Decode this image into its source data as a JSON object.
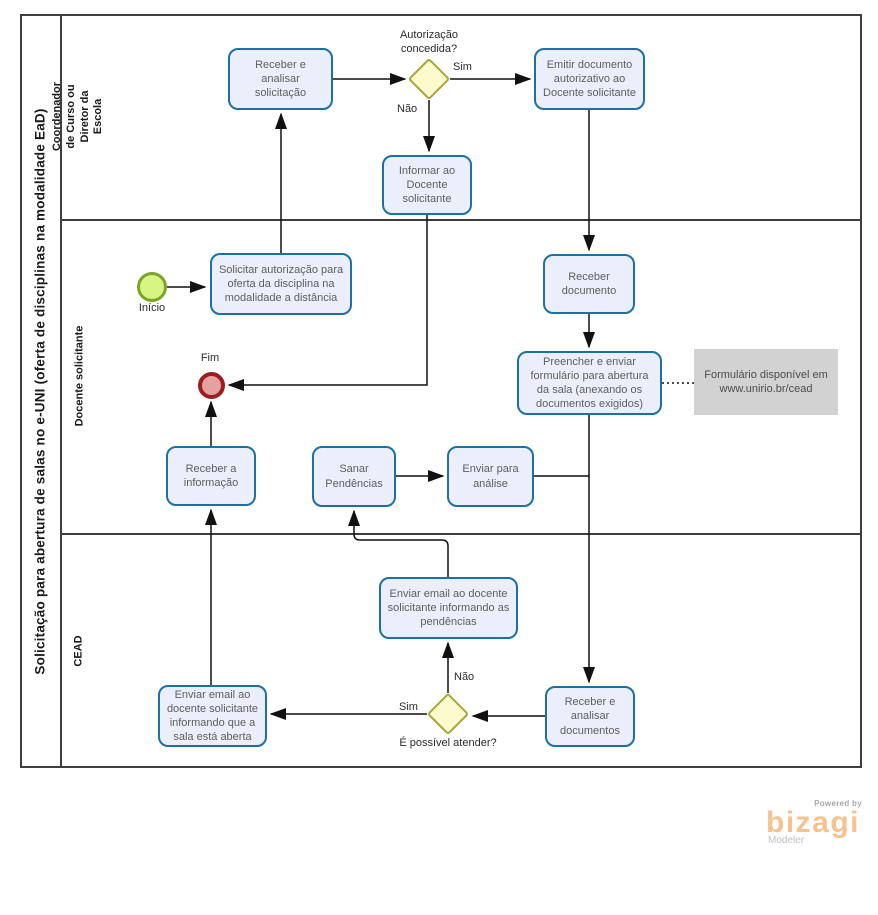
{
  "pool": {
    "title": "Solicitação para abertura de salas no e-UNI (oferta de disciplinas na modalidade EaD)"
  },
  "lanes": [
    {
      "label": "Coordenador de Curso ou Diretor da Escola"
    },
    {
      "label": "Docente  solicitante"
    },
    {
      "label": "CEAD"
    }
  ],
  "events": {
    "start": {
      "label": "Início"
    },
    "end": {
      "label": "Fim"
    }
  },
  "tasks": {
    "receber_analisar": {
      "label": "Receber  e analisar solicitação"
    },
    "emitir_documento": {
      "label": "Emitir documento autorizativo ao Docente solicitante"
    },
    "informar_docente": {
      "label": "Informar ao Docente solicitante"
    },
    "solicitar_autorizacao": {
      "label": "Solicitar autorização para oferta da disciplina na modalidade a distância"
    },
    "receber_documento": {
      "label": "Receber documento"
    },
    "preencher_enviar": {
      "label": "Preencher e enviar formulário para abertura da sala (anexando os documentos exigidos)"
    },
    "receber_informacao": {
      "label": "Receber a informação"
    },
    "sanar_pendencias": {
      "label": "Sanar Pendências"
    },
    "enviar_para_analise": {
      "label": "Enviar para análise"
    },
    "enviar_email_pendencias": {
      "label": "Enviar email ao docente solicitante informando as pendências"
    },
    "receber_analisar_documentos": {
      "label": "Receber e analisar documentos"
    },
    "enviar_email_sala_aberta": {
      "label": "Enviar email ao docente solicitante informando que a sala está aberta"
    }
  },
  "gateways": {
    "autorizacao": {
      "question": "Autorização concedida?",
      "yes_label": "Sim",
      "no_label": "Não"
    },
    "possivel_atender": {
      "question": "É possível atender?",
      "yes_label": "Sim",
      "no_label": "Não"
    }
  },
  "annotation": {
    "text": "Formulário disponível em www.unirio.br/cead"
  },
  "branding": {
    "powered_by": "Powered by",
    "logo": "bizagi",
    "product": "Modeler"
  },
  "colors": {
    "task_fill": "#ebeffb",
    "task_border": "#1f70a2",
    "gateway_fill": "#fbfbce",
    "gateway_border": "#a6a63c",
    "start_fill": "#d7f581",
    "start_border": "#7ba428",
    "end_fill": "#e7a0a0",
    "end_border": "#9b1f1f",
    "annotation_fill": "#d2d2d2",
    "logo_orange": "#f5c290"
  }
}
